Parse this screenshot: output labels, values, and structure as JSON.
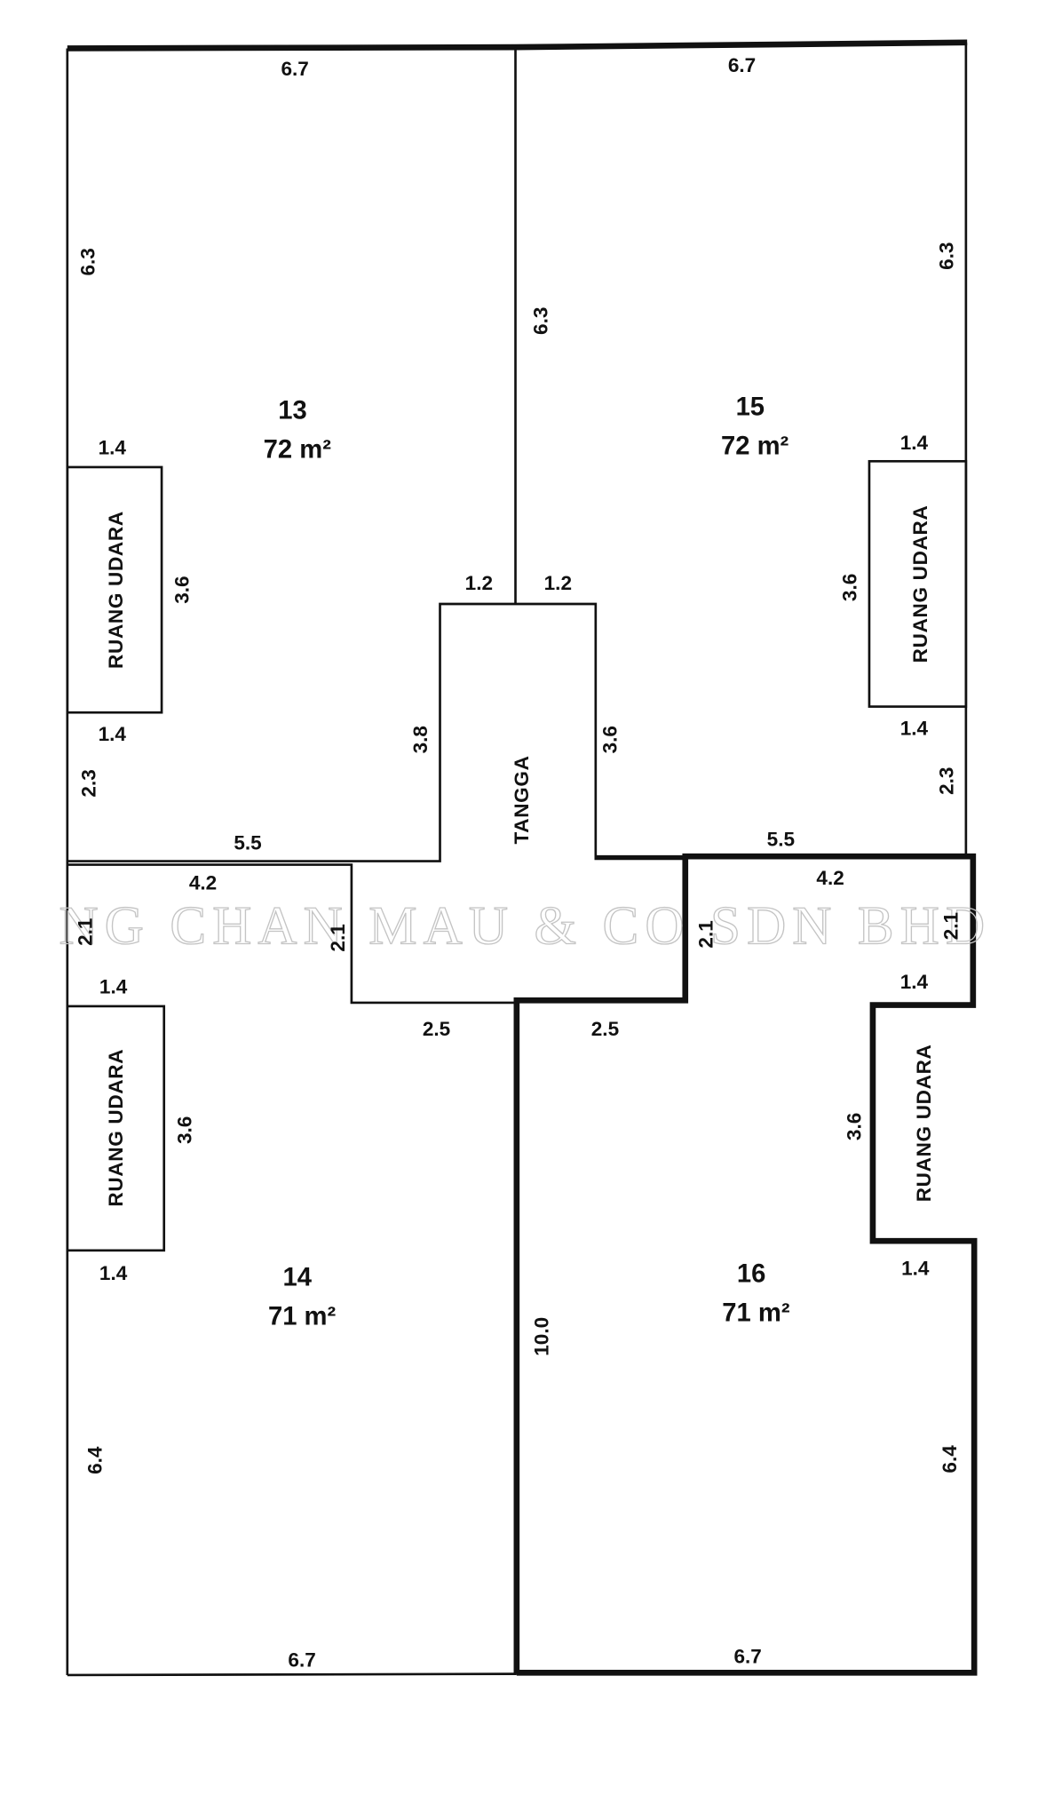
{
  "watermark": "NG CHAN MAU & CO SDN BHD",
  "units": [
    {
      "number": "13",
      "area": "72 m²"
    },
    {
      "number": "15",
      "area": "72 m²"
    },
    {
      "number": "14",
      "area": "71 m²"
    },
    {
      "number": "16",
      "area": "71 m²"
    }
  ],
  "labels": {
    "air_space": "RUANG UDARA",
    "stairs": "TANGGA"
  },
  "dims": {
    "top_left": "6.7",
    "top_right": "6.7",
    "u13_left": "6.3",
    "mid_upper": "6.3",
    "u15_right": "6.3",
    "u13_ru_top": "1.4",
    "u13_ru_side": "3.6",
    "u13_ru_bottom": "1.4",
    "u13_left_low": "2.3",
    "u15_ru_top": "1.4",
    "u15_ru_side": "3.6",
    "u15_ru_bottom": "1.4",
    "u15_right_low": "2.3",
    "stair_top_left": "1.2",
    "stair_top_right": "1.2",
    "stair_left": "3.8",
    "stair_right": "3.6",
    "u13_bottom": "5.5",
    "u15_bottom": "5.5",
    "u14_top": "4.2",
    "u16_top": "4.2",
    "u14_left_top": "2.1",
    "stair_low_left": "2.1",
    "stair_low_right": "2.1",
    "u16_right_top": "2.1",
    "u14_ru_top": "1.4",
    "u14_ru_side": "3.6",
    "u14_ru_bottom": "1.4",
    "u16_ru_top": "1.4",
    "u16_ru_side": "3.6",
    "u16_ru_bottom": "1.4",
    "stair_bottom_left": "2.5",
    "stair_bottom_right": "2.5",
    "mid_lower": "10.0",
    "u14_left": "6.4",
    "u16_right": "6.4",
    "bottom_left": "6.7",
    "bottom_right": "6.7"
  }
}
